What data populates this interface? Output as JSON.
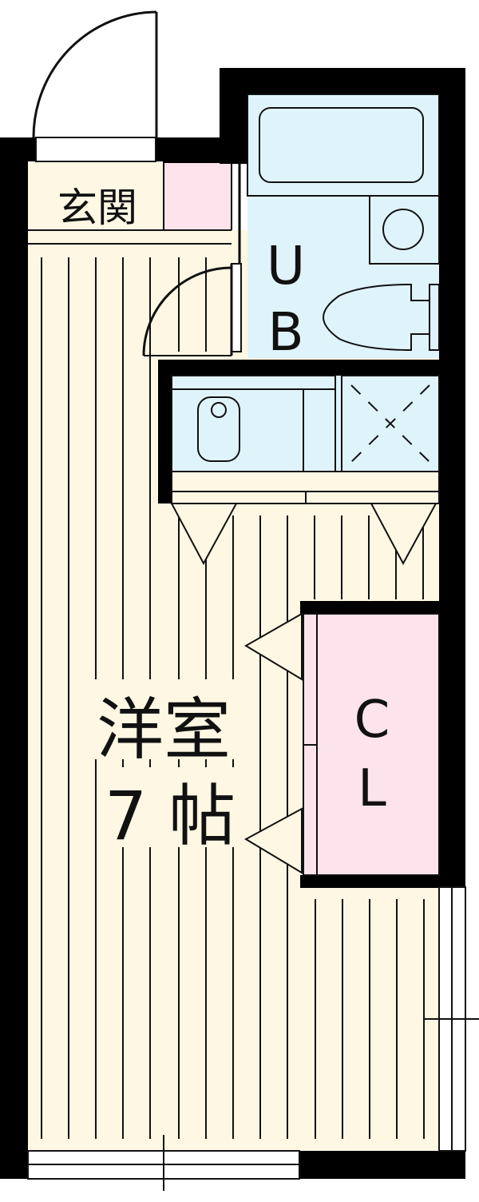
{
  "rooms": {
    "entrance": {
      "label": "玄関"
    },
    "bath": {
      "label_line1": "U",
      "label_line2": "B"
    },
    "western_room": {
      "label_line1": "洋室",
      "label_line2": "7 帖"
    },
    "closet": {
      "label_line1": "C",
      "label_line2": "L"
    }
  },
  "colors": {
    "wall": "#000000",
    "floor": "#fdf7e3",
    "wet_area": "#dff3fb",
    "closet": "#fde3ec",
    "floor_lines": "#111111"
  }
}
